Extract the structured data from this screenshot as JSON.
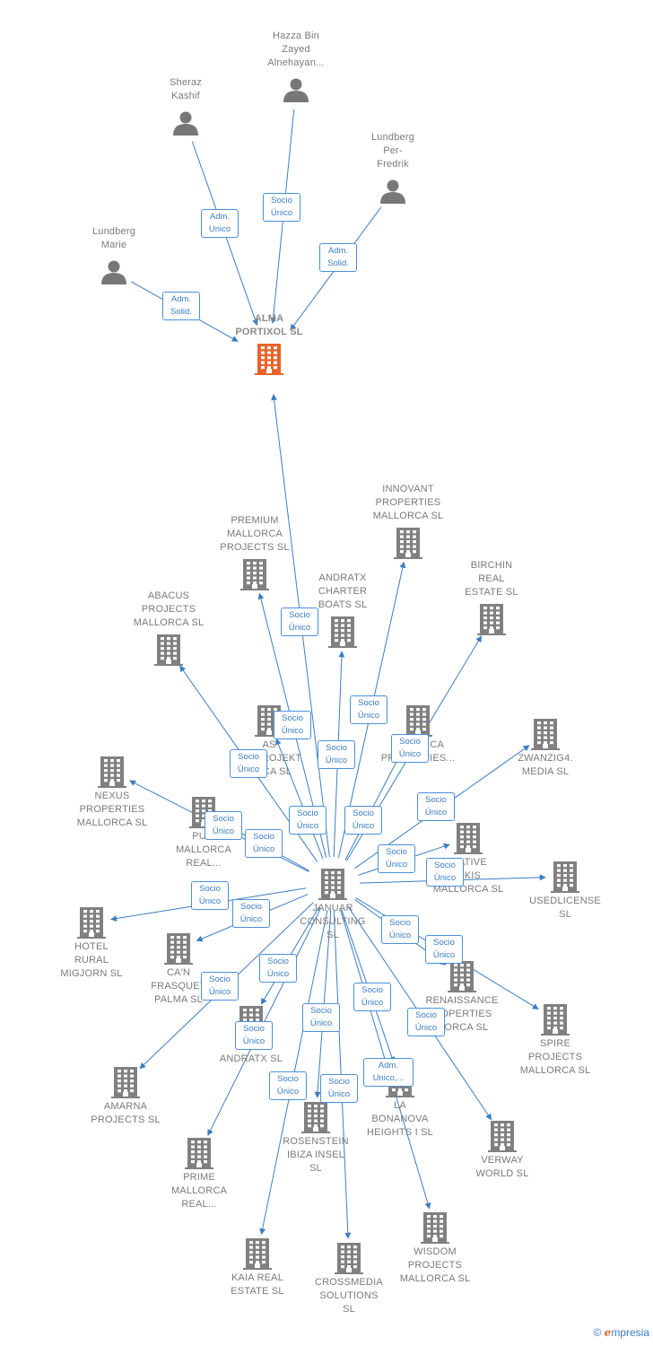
{
  "colors": {
    "edge": "#3b7dc4",
    "node": "#808080",
    "main_node": "#e8632b",
    "badge_border": "#4a90d9"
  },
  "persons": [
    {
      "id": "hazza",
      "label": "Hazza Bin\nZayed\nAlnehayan...",
      "icon": "person-icon"
    },
    {
      "id": "sheraz",
      "label": "Sheraz\nKashif",
      "icon": "person-icon"
    },
    {
      "id": "lundberg_pf",
      "label": "Lundberg\nPer-\nFredrik",
      "icon": "person-icon"
    },
    {
      "id": "lundberg_m",
      "label": "Lundberg\nMarie",
      "icon": "person-icon"
    }
  ],
  "main_company": {
    "id": "alma",
    "label": "ALMA\nPORTIXOL SL",
    "icon": "building-icon"
  },
  "hub_company": {
    "id": "januar",
    "label": "JANUAR\nCONSULTING\nSL",
    "icon": "building-icon"
  },
  "companies": [
    {
      "id": "innovant",
      "label": "INNOVANT\nPROPERTIES\nMALLORCA SL"
    },
    {
      "id": "premium",
      "label": "PREMIUM\nMALLORCA\nPROJECTS SL"
    },
    {
      "id": "birchin",
      "label": "BIRCHIN\nREAL\nESTATE SL"
    },
    {
      "id": "andratx",
      "label": "ANDRATX\nCHARTER\nBOATS SL"
    },
    {
      "id": "abacus",
      "label": "ABACUS\nPROJECTS\nMALLORCA SL"
    },
    {
      "id": "asprojekt",
      "label": "AS\nB... PROJEKT\n...RCA SL"
    },
    {
      "id": "mprops",
      "label": "M...LORCA\nPROPERTIES..."
    },
    {
      "id": "zwanzig",
      "label": "ZWANZIG4.\nMEDIA SL"
    },
    {
      "id": "nexus",
      "label": "NEXUS\nPROPERTIES\nMALLORCA SL"
    },
    {
      "id": "pura",
      "label": "PU...\nMALLORCA\nREAL..."
    },
    {
      "id": "creative",
      "label": "...ATIVE\n...KIS\nMALLORCA SL"
    },
    {
      "id": "usedlicense",
      "label": "USEDLICENSE\nSL"
    },
    {
      "id": "hotel",
      "label": "HOTEL\nRURAL\nMIGJORN SL"
    },
    {
      "id": "canfrasquet",
      "label": "CA'N\nFRASQUET\nPALMA SL"
    },
    {
      "id": "renaissance",
      "label": "RENAISSANCE\n...OPERTIES\n...ORCA SL"
    },
    {
      "id": "spire",
      "label": "SPIRE\nPROJECTS\nMALLORCA SL"
    },
    {
      "id": "reandratx",
      "label": "RE...\nANDRATX SL"
    },
    {
      "id": "amarna",
      "label": "AMARNA\nPROJECTS SL"
    },
    {
      "id": "labonanova",
      "label": "LA\nBONANOVA\nHEIGHTS I SL"
    },
    {
      "id": "rosenstein",
      "label": "ROSENSTEIN\nIBIZA INSEL\nSL"
    },
    {
      "id": "prime",
      "label": "PRIME\nMALLORCA\nREAL..."
    },
    {
      "id": "verway",
      "label": "VERWAY\nWORLD SL"
    },
    {
      "id": "wisdom",
      "label": "WISDOM\nPROJECTS\nMALLORCA SL"
    },
    {
      "id": "kaia",
      "label": "KAIA REAL\nESTATE SL"
    },
    {
      "id": "crossmedia",
      "label": "CROSSMEDIA\nSOLUTIONS\nSL"
    }
  ],
  "relations": [
    {
      "from": "hazza",
      "to": "alma",
      "label": "Socio\nÚnico"
    },
    {
      "from": "sheraz",
      "to": "alma",
      "label": "Adm.\nUnico"
    },
    {
      "from": "lundberg_pf",
      "to": "alma",
      "label": "Adm.\nSolid."
    },
    {
      "from": "lundberg_m",
      "to": "alma",
      "label": "Adm.\nSolid."
    },
    {
      "from": "januar",
      "to": "alma",
      "label": "Socio\nÚnico"
    },
    {
      "from": "januar",
      "to": "premium",
      "label": "Socio\nÚnico"
    },
    {
      "from": "januar",
      "to": "innovant",
      "label": "Socio\nÚnico"
    },
    {
      "from": "januar",
      "to": "birchin",
      "label": "Socio\nÚnico"
    },
    {
      "from": "januar",
      "to": "andratx",
      "label": "Socio\nÚnico"
    },
    {
      "from": "januar",
      "to": "abacus",
      "label": "Socio\nÚnico"
    },
    {
      "from": "januar",
      "to": "asprojekt",
      "label": "Socio\nÚnico"
    },
    {
      "from": "januar",
      "to": "mprops",
      "label": "Socio\nÚnico"
    },
    {
      "from": "januar",
      "to": "zwanzig",
      "label": "Socio\nÚnico"
    },
    {
      "from": "januar",
      "to": "nexus",
      "label": "Socio\nÚnico"
    },
    {
      "from": "januar",
      "to": "pura",
      "label": "Socio\nÚnico"
    },
    {
      "from": "januar",
      "to": "creative",
      "label": "Socio\nÚnico"
    },
    {
      "from": "januar",
      "to": "usedlicense",
      "label": "Socio\nÚnico"
    },
    {
      "from": "januar",
      "to": "hotel",
      "label": "Socio\nÚnico"
    },
    {
      "from": "januar",
      "to": "canfrasquet",
      "label": "Socio\nÚnico"
    },
    {
      "from": "januar",
      "to": "renaissance",
      "label": "Socio\nÚnico"
    },
    {
      "from": "januar",
      "to": "spire",
      "label": "Socio\nÚnico"
    },
    {
      "from": "januar",
      "to": "reandratx",
      "label": "Socio\nÚnico"
    },
    {
      "from": "januar",
      "to": "amarna",
      "label": "Socio\nÚnico"
    },
    {
      "from": "januar",
      "to": "labonanova",
      "label": "Socio\nÚnico"
    },
    {
      "from": "januar",
      "to": "rosenstein",
      "label": "Socio\nÚnico"
    },
    {
      "from": "januar",
      "to": "prime",
      "label": "Socio\nÚnico"
    },
    {
      "from": "januar",
      "to": "verway",
      "label": "Socio\nÚnico"
    },
    {
      "from": "januar",
      "to": "wisdom",
      "label": "Adm.\nUnico,..."
    },
    {
      "from": "januar",
      "to": "kaia",
      "label": "Socio\nÚnico"
    },
    {
      "from": "januar",
      "to": "crossmedia",
      "label": "Socio\nÚnico"
    }
  ],
  "footer": {
    "copyright": "©",
    "brand_initial": "e",
    "brand_rest": "mpresia"
  }
}
